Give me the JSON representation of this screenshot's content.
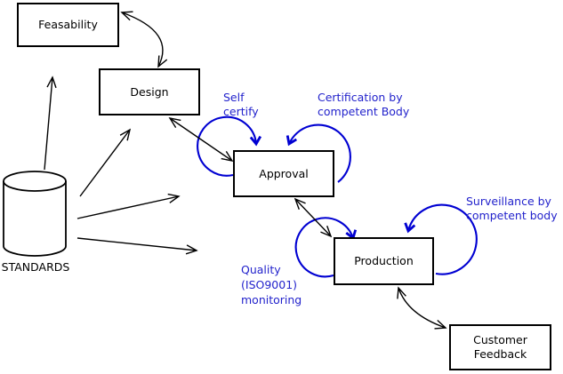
{
  "nodes": {
    "feasibility": {
      "label": "Feasability"
    },
    "design": {
      "label": "Design"
    },
    "approval": {
      "label": "Approval"
    },
    "production": {
      "label": "Production"
    },
    "customer_feedback": {
      "label": "Customer\nFeedback"
    },
    "standards": {
      "label": "STANDARDS"
    }
  },
  "annotations": {
    "self_certify": {
      "label": "Self\ncertify"
    },
    "certification": {
      "label": "Certification by\ncompetent Body"
    },
    "surveillance": {
      "label": "Surveillance by\ncompetent body"
    },
    "quality": {
      "label": "Quality\n(ISO9001)\nmonitoring"
    }
  },
  "icons": {
    "standards_store": "cylinder-database-icon",
    "loop_arrows": "blue-self-loop-arrow-icon",
    "flow_arrows": "black-double-headed-arrow-icon"
  },
  "colors": {
    "annotation_blue": "#2323cc",
    "loop_blue": "#0000d2",
    "line_black": "#000000",
    "background": "#ffffff"
  }
}
